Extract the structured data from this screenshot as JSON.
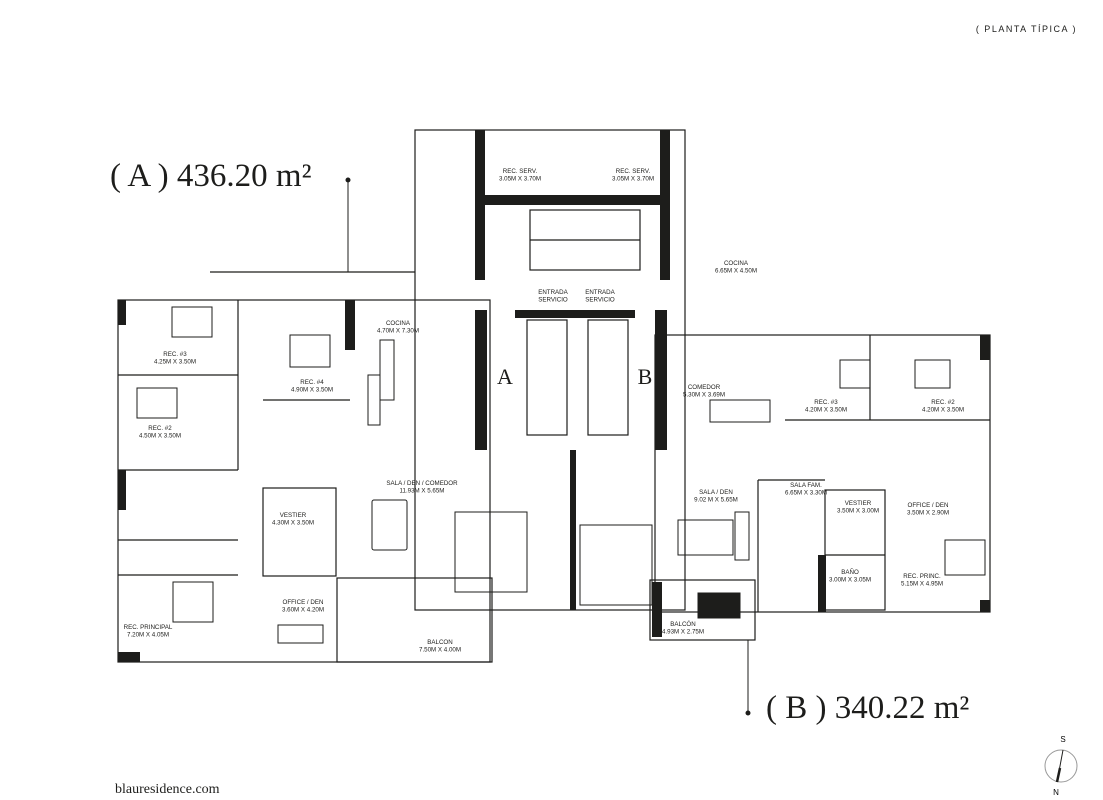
{
  "header": {
    "title": "( PLANTA TÍPICA )"
  },
  "units": [
    {
      "id": "A",
      "area_label": "( A ) 436.20 m²"
    },
    {
      "id": "B",
      "area_label": "( B ) 340.22 m²"
    }
  ],
  "core_labels": {
    "a": "A",
    "b": "B"
  },
  "rooms": [
    {
      "name": "REC. SERV.",
      "dims": "3.05M X 3.70M"
    },
    {
      "name": "REC. SERV.",
      "dims": "3.05M X 3.70M"
    },
    {
      "name": "ENTRADA",
      "dims": "SERVICIO"
    },
    {
      "name": "ENTRADA",
      "dims": "SERVICIO"
    },
    {
      "name": "COCINA",
      "dims": "6.65M X 4.50M"
    },
    {
      "name": "COCINA",
      "dims": "4.70M X 7.30M"
    },
    {
      "name": "REC. #3",
      "dims": "4.25M X 3.50M"
    },
    {
      "name": "REC. #4",
      "dims": "4.90M X 3.50M"
    },
    {
      "name": "REC. #2",
      "dims": "4.50M X 3.50M"
    },
    {
      "name": "COMEDOR",
      "dims": "5.30M X 3.69M"
    },
    {
      "name": "REC. #3",
      "dims": "4.20M X 3.50M"
    },
    {
      "name": "REC. #2",
      "dims": "4.20M X 3.50M"
    },
    {
      "name": "SALA / DEN / COMEDOR",
      "dims": "11.93M X 5.65M"
    },
    {
      "name": "SALA / DEN",
      "dims": "9.02 M X 5.65M"
    },
    {
      "name": "SALA FAM.",
      "dims": "6.65M X 3.30M"
    },
    {
      "name": "VESTIER",
      "dims": "4.30M X 3.50M"
    },
    {
      "name": "VESTIER",
      "dims": "3.50M X 3.00M"
    },
    {
      "name": "OFFICE / DEN",
      "dims": "3.50M X 2.90M"
    },
    {
      "name": "OFFICE / DEN",
      "dims": "3.60M X 4.20M"
    },
    {
      "name": "REC. PRINCIPAL",
      "dims": "7.20M X 4.05M"
    },
    {
      "name": "BAÑO",
      "dims": "3.00M X 3.05M"
    },
    {
      "name": "REC. PRINC.",
      "dims": "5.15M X 4.95M"
    },
    {
      "name": "BALCON",
      "dims": "7.50M X 4.00M"
    },
    {
      "name": "BALCÓN",
      "dims": "4.93M X 2.75M"
    }
  ],
  "compass": {
    "top": "S",
    "bottom": "N"
  },
  "footer": {
    "site": "blauresidence.com"
  },
  "colors": {
    "ink": "#1d1d1b",
    "background": "#ffffff"
  }
}
